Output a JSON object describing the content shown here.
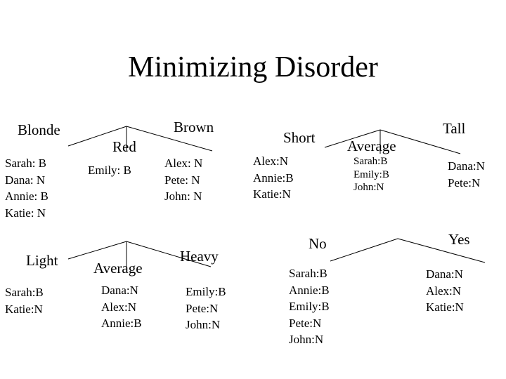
{
  "slide": {
    "title": "Minimizing Disorder",
    "trees": [
      {
        "branches": [
          {
            "label": "Blonde",
            "leaf": "Sarah: B\nDana: N\nAnnie: B\nKatie: N"
          },
          {
            "label": "Red",
            "leaf": "Emily: B"
          },
          {
            "label": "Brown",
            "leaf": "Alex: N\nPete: N\nJohn: N"
          }
        ]
      },
      {
        "branches": [
          {
            "label": "Short",
            "leaf": "Alex:N\nAnnie:B\nKatie:N"
          },
          {
            "label": "Average",
            "leaf": "Sarah:B\nEmily:B\nJohn:N"
          },
          {
            "label": "Tall",
            "leaf": "Dana:N\nPete:N"
          }
        ]
      },
      {
        "branches": [
          {
            "label": "Light",
            "leaf": "Sarah:B\nKatie:N"
          },
          {
            "label": "Average",
            "leaf": "Dana:N\nAlex:N\nAnnie:B"
          },
          {
            "label": "Heavy",
            "leaf": "Emily:B\nPete:N\nJohn:N"
          }
        ]
      },
      {
        "branches": [
          {
            "label": "No",
            "leaf": "Sarah:B\nAnnie:B\nEmily:B\nPete:N\nJohn:N"
          },
          {
            "label": "Yes",
            "leaf": "Dana:N\nAlex:N\nKatie:N"
          }
        ]
      }
    ]
  }
}
